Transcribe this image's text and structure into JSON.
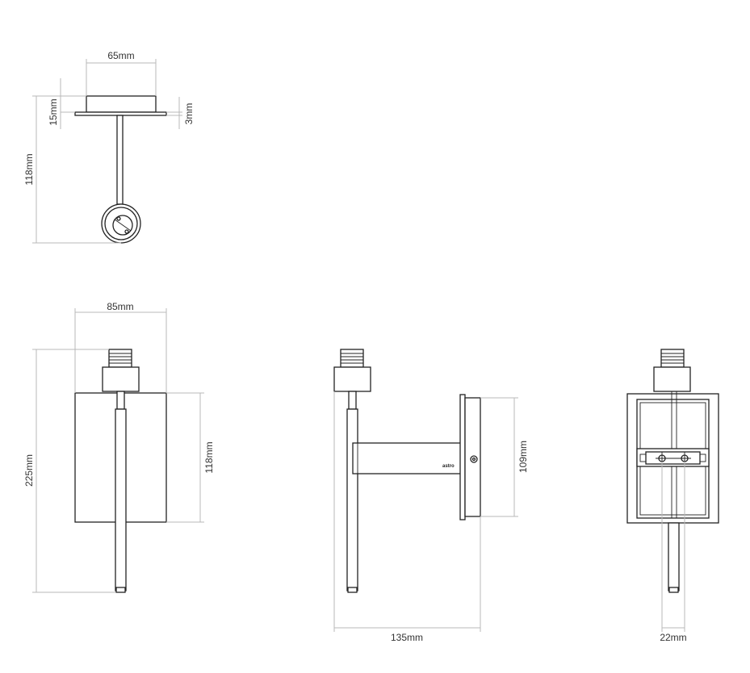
{
  "top_view": {
    "width_label": "65mm",
    "cap_height_label": "15mm",
    "plate_label": "3mm",
    "depth_label": "118mm"
  },
  "front_view": {
    "width_label": "85mm",
    "height_label": "225mm",
    "shade_height_label": "118mm"
  },
  "side_view": {
    "plate_height_label": "109mm",
    "projection_label": "135mm",
    "brand_text": "astro"
  },
  "back_view": {
    "width_label": "22mm"
  }
}
